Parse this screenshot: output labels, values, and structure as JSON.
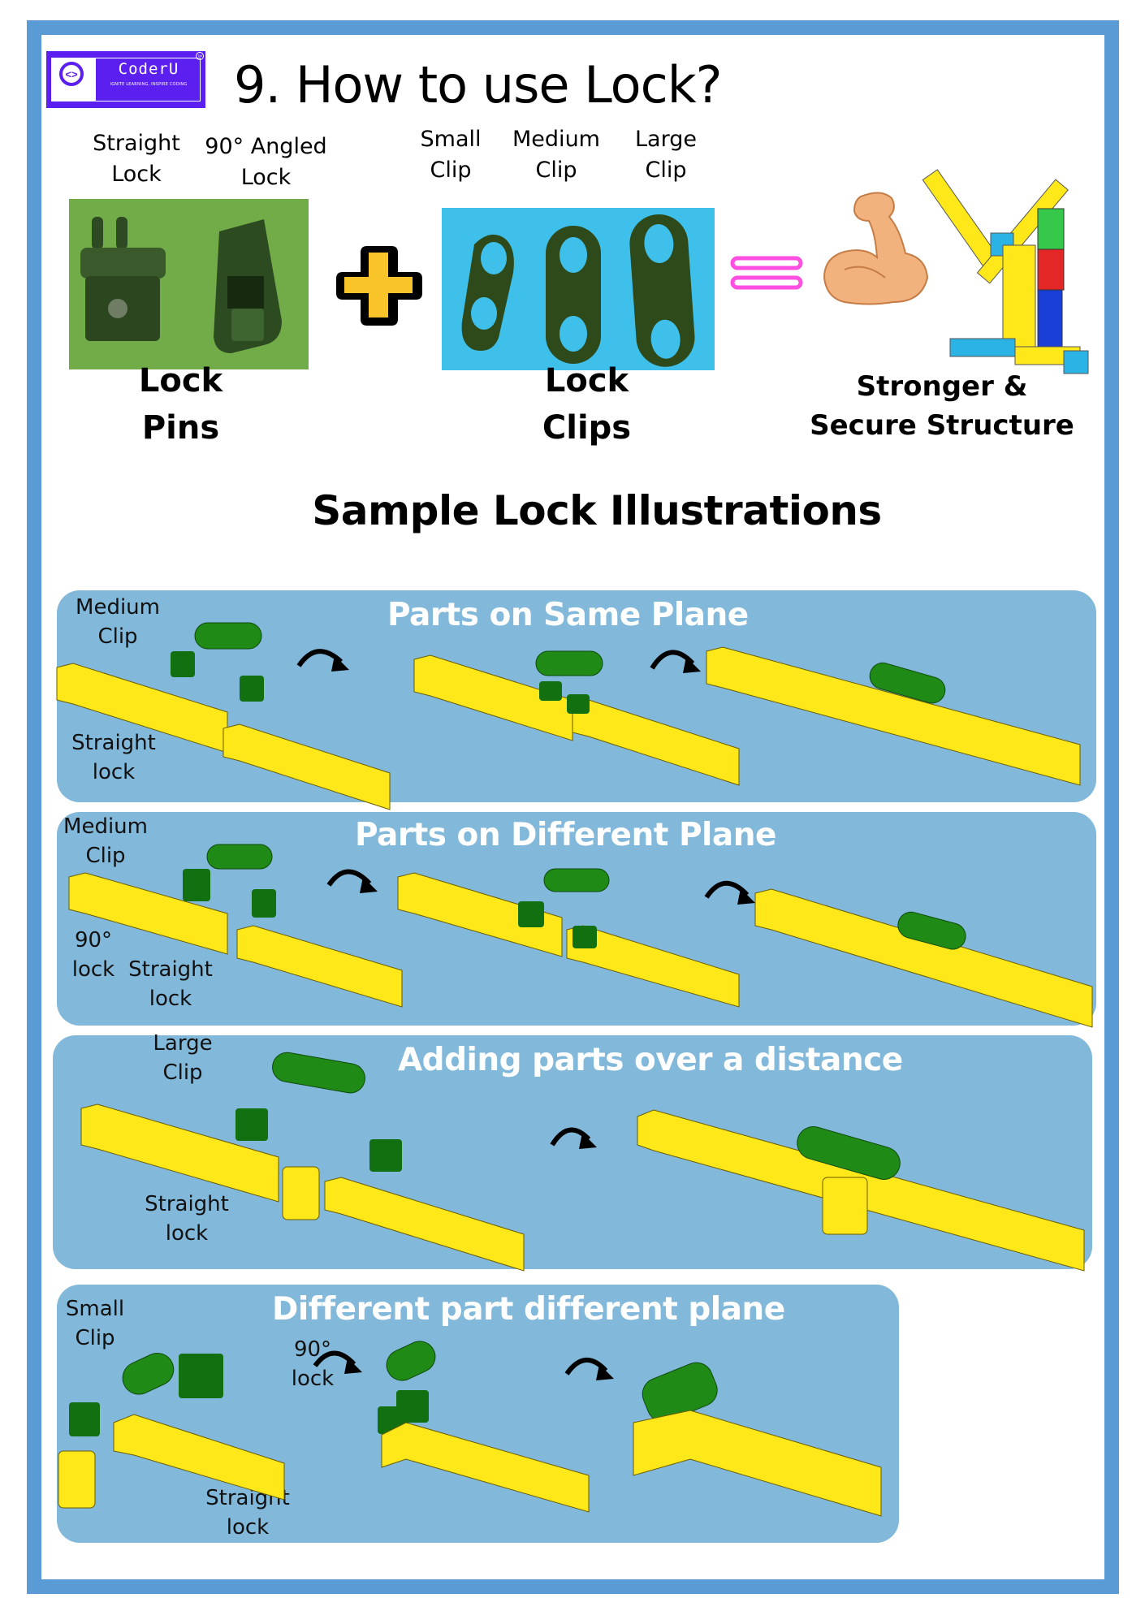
{
  "brand": {
    "name": "CoderU",
    "tagline": "IGNITE LEARNING, INSPIRE CODING",
    "trademark": "TM",
    "color": "#5b1ff0"
  },
  "page": {
    "title": "9. How to use Lock?",
    "frame_color": "#5b9bd5"
  },
  "components": {
    "lock_types": [
      {
        "label": "Straight\nLock"
      },
      {
        "label": "90° Angled\nLock"
      }
    ],
    "clip_types": [
      {
        "label": "Small\nClip"
      },
      {
        "label": "Medium\nClip"
      },
      {
        "label": "Large\nClip"
      }
    ],
    "lock_pins_caption": "Lock\nPins",
    "lock_clips_caption": "Lock\nClips",
    "result_caption": "Stronger &\nSecure Structure",
    "operators": {
      "plus": "plus-icon",
      "equals": "equals-icon"
    },
    "colors": {
      "pins_bg": "#72ac48",
      "clips_bg": "#3fc0eb",
      "plus": "#f9c42a",
      "equals": "#ff4fe0",
      "part_green": "#1e7a12",
      "beam_yellow": "#ffe81a"
    }
  },
  "section_heading": "Sample Lock Illustrations",
  "panels": [
    {
      "title": "Parts on Same Plane",
      "labels": {
        "clip": "Medium\nClip",
        "lock": "Straight\nlock"
      }
    },
    {
      "title": "Parts on Different Plane",
      "labels": {
        "clip": "Medium\nClip",
        "angled": "90°\nlock",
        "lock": "Straight\nlock"
      }
    },
    {
      "title": "Adding parts over a distance",
      "labels": {
        "clip": "Large\nClip",
        "lock": "Straight\nlock"
      }
    },
    {
      "title": "Different part different plane",
      "labels": {
        "clip": "Small\nClip",
        "angled": "90°\nlock",
        "lock": "Straight\nlock"
      }
    }
  ],
  "panel_color": "#82b8da"
}
